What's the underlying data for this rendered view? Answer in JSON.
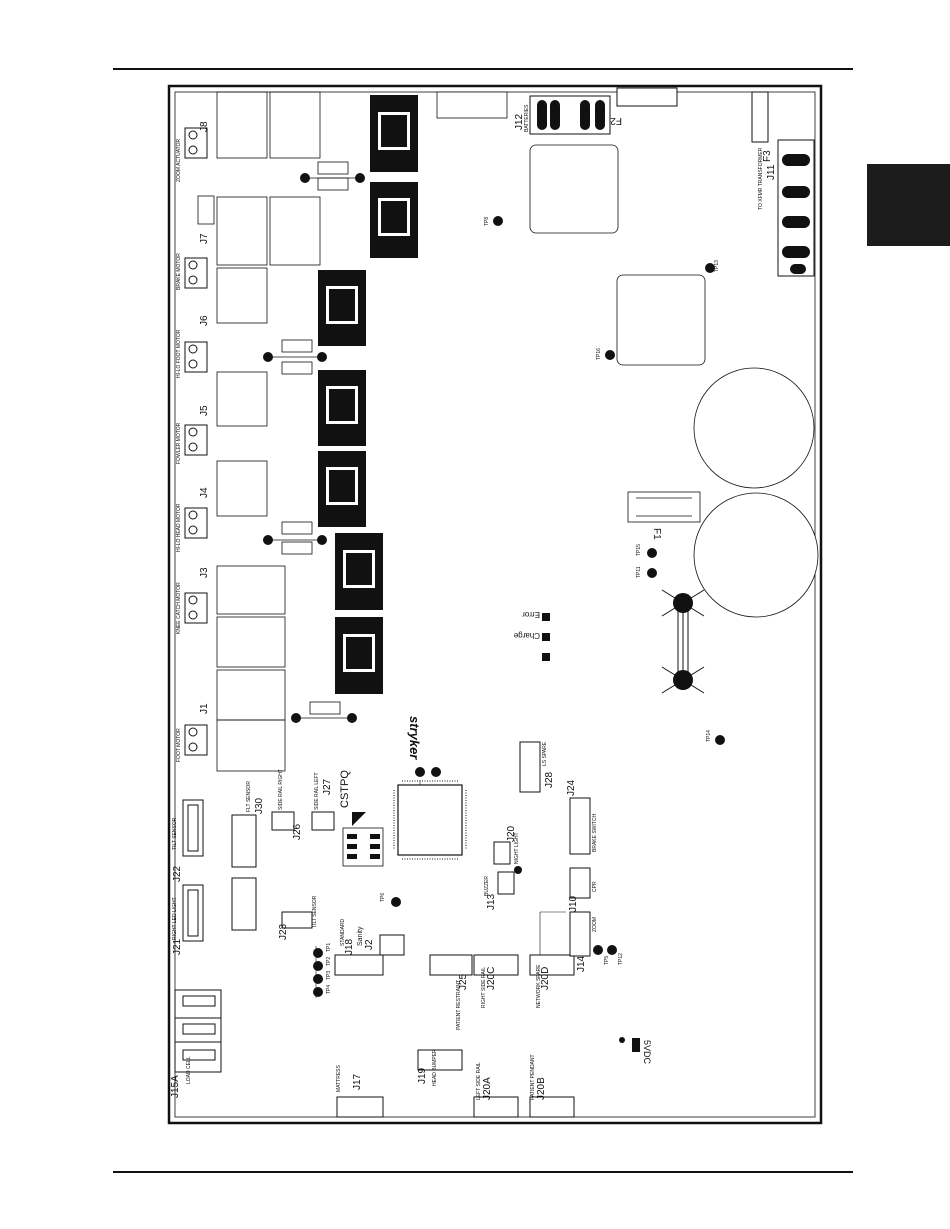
{
  "connectors_left": [
    {
      "id": "J8",
      "label": "ZOOM ACTUATOR"
    },
    {
      "id": "J7",
      "label": "BRAKE MOTOR"
    },
    {
      "id": "J6",
      "label": "HI-LO FOOT MOTOR"
    },
    {
      "id": "J5",
      "label": "FOWLER MOTOR"
    },
    {
      "id": "J4",
      "label": "HI-LO HEAD MOTOR"
    },
    {
      "id": "J3",
      "label": "KNEE CATCH MOTOR"
    },
    {
      "id": "J1",
      "label": "FOOT MOTOR"
    }
  ],
  "lower_connectors": [
    {
      "id": "J21",
      "label": "RIGHT LED LIGHT"
    },
    {
      "id": "J22",
      "label": "TILT SENSOR"
    },
    {
      "id": "J30",
      "label": "FLT SENSOR"
    },
    {
      "id": "J26",
      "label": "SIDE RAIL RIGHT"
    },
    {
      "id": "J27",
      "label": "SIDE RAIL LEFT"
    },
    {
      "id": "J23",
      "label": "TILT SENSOR"
    },
    {
      "id": "J18",
      "label": "STANDARD"
    },
    {
      "id": "J2",
      "label": "Sanity"
    },
    {
      "id": "J25",
      "label": "PATIENT RESTRAINT"
    },
    {
      "id": "J20C",
      "label": "RIGHT SIDE RAIL"
    },
    {
      "id": "J20D",
      "label": "NETWORK SPARE"
    },
    {
      "id": "J13",
      "label": "BUZZER"
    },
    {
      "id": "J20",
      "label": "NIGHT LIGHT"
    },
    {
      "id": "J19",
      "label": "HEAD BUMPER"
    },
    {
      "id": "J17",
      "label": "MATTRESS"
    },
    {
      "id": "J20A",
      "label": "LEFT SIDE RAIL"
    },
    {
      "id": "J20B",
      "label": "PATIENT PENDANT"
    },
    {
      "id": "J28",
      "label": "LS SPARE"
    },
    {
      "id": "J24",
      "label": "BRAKE SWITCH"
    },
    {
      "id": "J10",
      "label": "CPR"
    },
    {
      "id": "J14",
      "label": "ZOOM"
    },
    {
      "id": "J15A",
      "label": "LOAD CELL"
    }
  ],
  "top_right": {
    "j12": "J12",
    "j12_label": "BATTERIES",
    "j11": "J11",
    "j11_label": "TO XFMR TRANSFORMER",
    "fuse_f2": "F2",
    "fuse_f3": "F3",
    "fuse_f1": "F1"
  },
  "leds": {
    "error": "Error",
    "charge": "Charge",
    "v5": "5VDC"
  },
  "logos": {
    "stryker": "stryker",
    "cstpq": "CSTPQ"
  },
  "test_points": [
    "TP1",
    "TP2",
    "TP3",
    "TP4",
    "TP5",
    "TP6",
    "TP8",
    "TP11",
    "TP12",
    "TP13",
    "TP14",
    "TP15",
    "TP16"
  ]
}
